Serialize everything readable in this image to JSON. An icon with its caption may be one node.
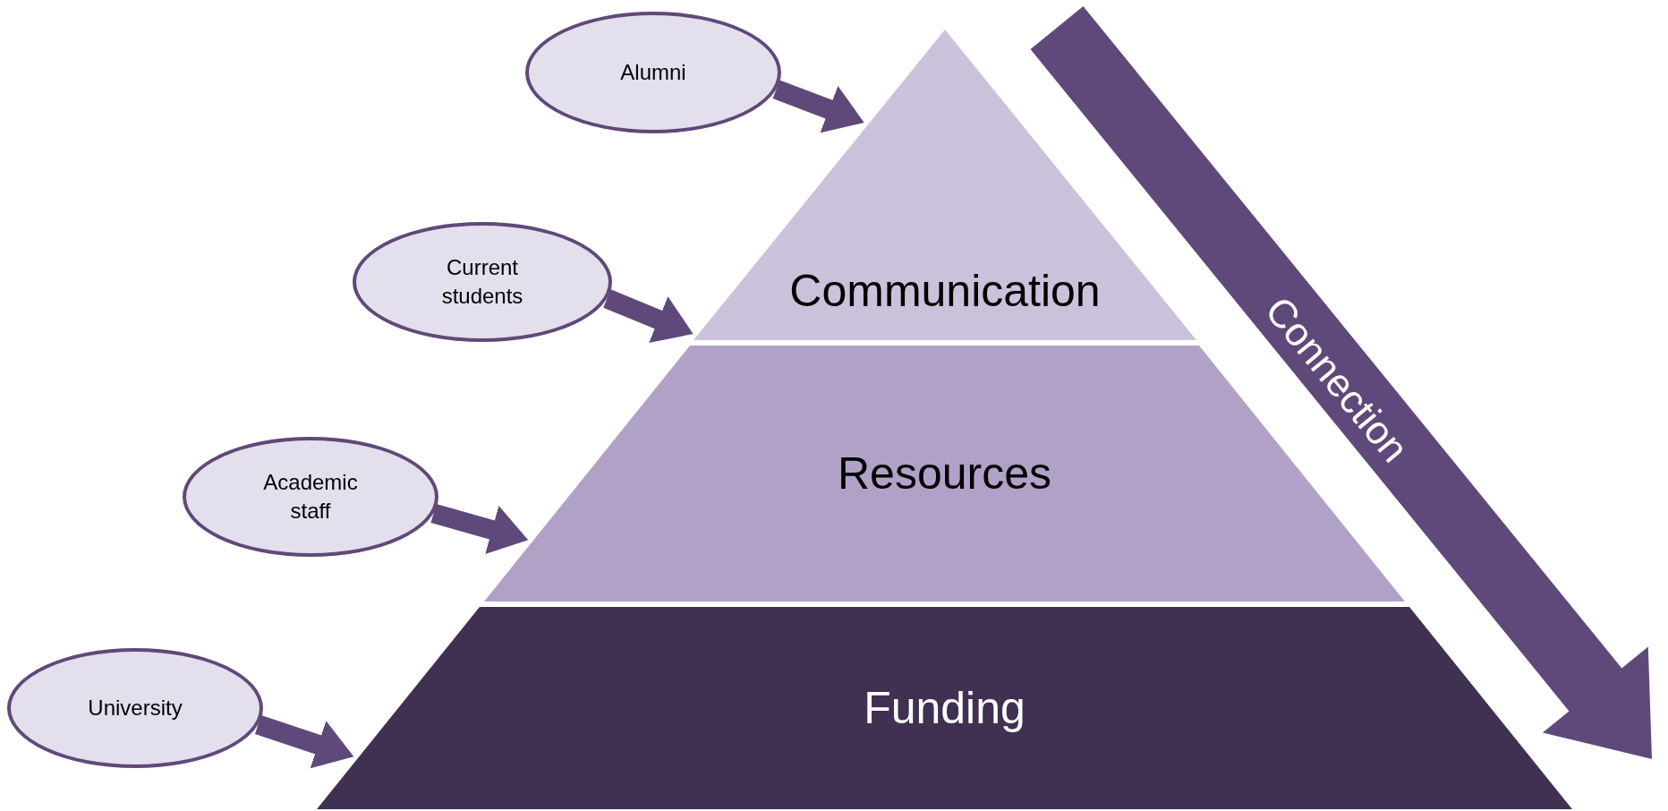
{
  "diagram": {
    "nodes": [
      {
        "text": [
          "Alumni"
        ]
      },
      {
        "text": [
          "Current students"
        ]
      },
      {
        "text": [
          "Academic staff"
        ]
      },
      {
        "text": [
          "University"
        ]
      },
      {
        "text": [
          "Communication"
        ]
      },
      {
        "text": [
          "Resources"
        ]
      },
      {
        "text": [
          "Funding"
        ]
      },
      {
        "text": [
          "Connection"
        ]
      }
    ],
    "edges": [
      {
        "from": 0,
        "to": 4,
        "arrow": "to"
      },
      {
        "from": 1,
        "to": 4,
        "arrow": "to"
      },
      {
        "from": 2,
        "to": 5,
        "arrow": "to"
      },
      {
        "from": 3,
        "to": 6,
        "arrow": "to"
      }
    ]
  }
}
